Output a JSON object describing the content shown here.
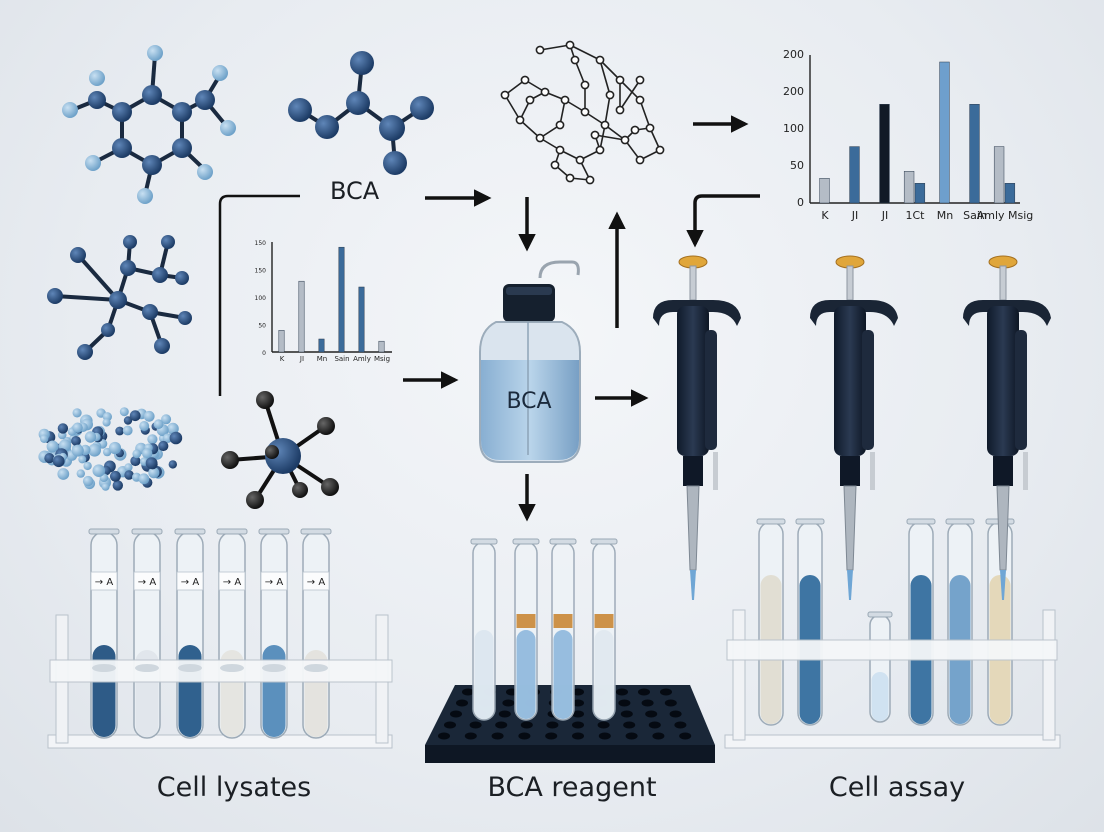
{
  "top_label": "BCA",
  "bottle_label": "BCA",
  "captions": {
    "left": "Cell lysates",
    "center": "BCA reagent",
    "right": "Cell assay"
  },
  "tube_labels": [
    "→ A",
    "→ A",
    "→ A",
    "→ A",
    "→ A",
    "→ A"
  ],
  "colors": {
    "accent": "#1f4e79",
    "light_blue": "#7ba7c9",
    "dark": "#1f2a3a",
    "orange": "#c07a2a",
    "pipette_cap": "#e0a63a"
  },
  "chart_data": [
    {
      "type": "bar",
      "title": "",
      "y_ticks": [
        "0",
        "50",
        "100",
        "200",
        "200"
      ],
      "categories": [
        "K",
        "JI",
        "JI",
        "1Ct",
        "Mn",
        "Sain",
        "Amly Msig"
      ],
      "series": [
        {
          "values": [
            35,
            0,
            0,
            45,
            0,
            0,
            80
          ]
        },
        {
          "values": [
            0,
            80,
            0,
            28,
            200,
            140,
            28
          ]
        },
        {
          "values": [
            0,
            0,
            140,
            0,
            0,
            0,
            0
          ]
        }
      ]
    },
    {
      "type": "bar",
      "title": "",
      "y_ticks": [
        "0",
        "50",
        "100",
        "150",
        "150"
      ],
      "categories": [
        "K",
        "JI",
        "Mn",
        "Sain",
        "Amly",
        "Msig"
      ],
      "series": [
        {
          "values": [
            30,
            98,
            0,
            0,
            0,
            15
          ]
        },
        {
          "values": [
            0,
            0,
            18,
            145,
            90,
            0
          ]
        },
        {
          "values": [
            0,
            0,
            0,
            0,
            0,
            0
          ]
        }
      ]
    }
  ]
}
